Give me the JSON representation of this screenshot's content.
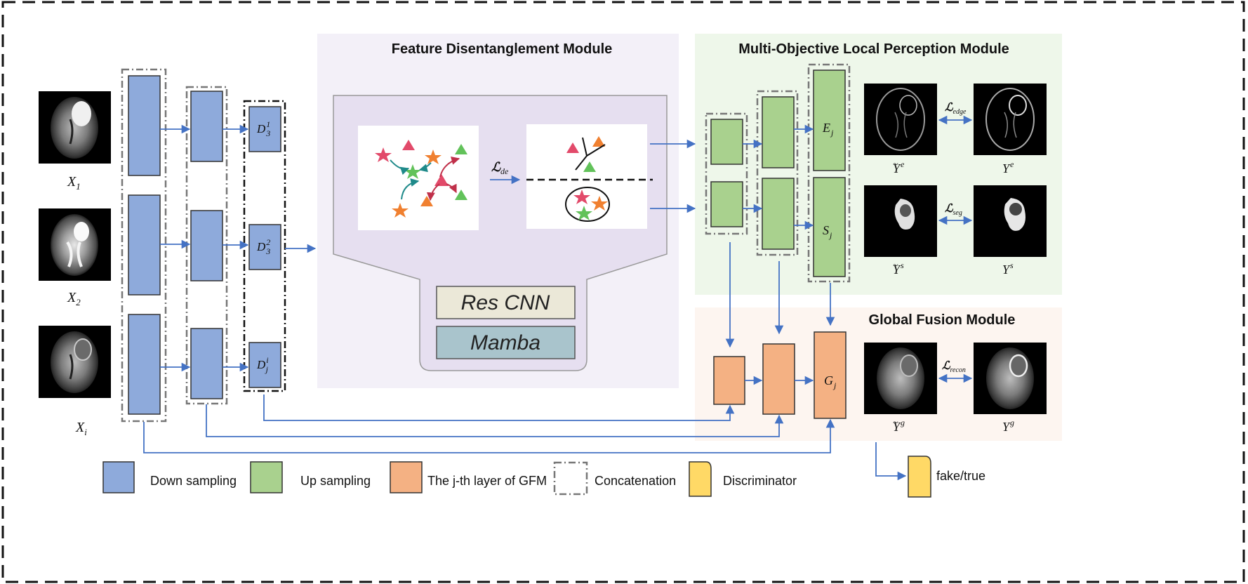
{
  "modules": {
    "fdm_title": "Feature Disentanglement Module",
    "mlpm_title": "Multi-Objective Local Perception Module",
    "gfm_title": "Global Fusion Module"
  },
  "inputs": [
    {
      "base": "X",
      "sub": "1"
    },
    {
      "base": "X",
      "sub": "2"
    },
    {
      "base": "X",
      "sub": "i"
    }
  ],
  "encoder_features": [
    {
      "base": "D",
      "sub": "3",
      "sup": "1"
    },
    {
      "base": "D",
      "sub": "3",
      "sup": "2"
    },
    {
      "base": "D",
      "sub": "j",
      "sup": "i"
    }
  ],
  "fdm": {
    "loss": {
      "sym": "ℒ",
      "sub": "de"
    },
    "res_cnn": "Res CNN",
    "mamba": "Mamba"
  },
  "mlpm": {
    "edge_block": {
      "base": "E",
      "sub": "j"
    },
    "seg_block": {
      "base": "S",
      "sub": "j"
    },
    "edge_loss": {
      "sym": "ℒ",
      "sub": "edge"
    },
    "seg_loss": {
      "sym": "ℒ",
      "sub": "seg"
    },
    "pred_edge": {
      "base": "Y",
      "sup": "e"
    },
    "gt_edge": {
      "base": "Y",
      "sup": "e"
    },
    "pred_seg": {
      "base": "Y",
      "sup": "s"
    },
    "gt_seg": {
      "base": "Y",
      "sup": "s"
    }
  },
  "gfm": {
    "block": {
      "base": "G",
      "sub": "j"
    },
    "recon_loss": {
      "sym": "ℒ",
      "sub": "recon"
    },
    "pred": {
      "base": "Y",
      "sup": "g"
    },
    "gt": {
      "base": "Y",
      "sup": "g"
    },
    "disc_output": "fake/true"
  },
  "legend": {
    "down": "Down sampling",
    "up": "Up sampling",
    "gfm_layer": "The j-th layer of GFM",
    "concat": "Concatenation",
    "disc": "Discriminator"
  },
  "colors": {
    "down": "#8eaadb",
    "up": "#a9d18e",
    "gfm": "#f4b183",
    "disc": "#ffd966",
    "arrow": "#4472c4",
    "fdm_bg": "#f3f0f8",
    "mlpm_bg": "#eef7ea",
    "gfm_bg": "#fdf5f0"
  }
}
